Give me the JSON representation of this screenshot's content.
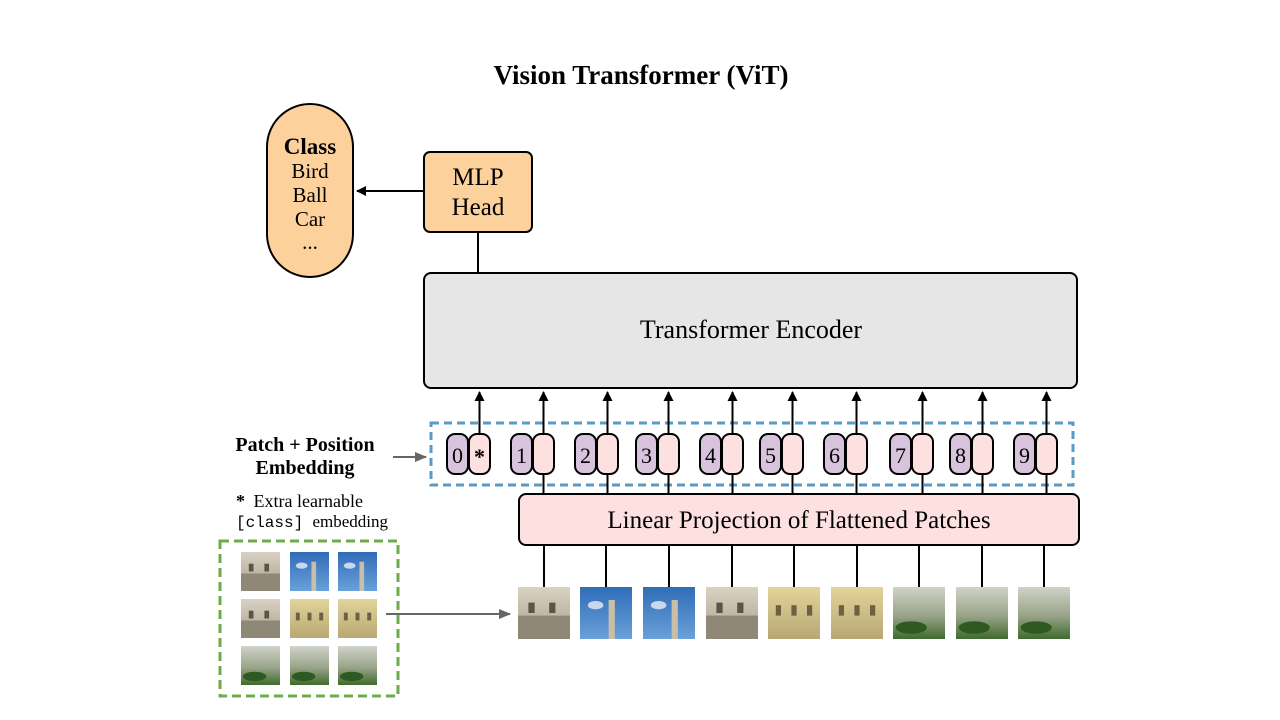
{
  "title": "Vision Transformer (ViT)",
  "class_box": {
    "heading": "Class",
    "items": [
      "Bird",
      "Ball",
      "Car",
      "..."
    ]
  },
  "mlp_head": {
    "line1": "MLP",
    "line2": "Head"
  },
  "encoder": {
    "label": "Transformer Encoder"
  },
  "projection": {
    "label": "Linear Projection of Flattened Patches"
  },
  "embedding": {
    "label_line1": "Patch + Position",
    "label_line2": "Embedding",
    "tokens": [
      {
        "position": "0",
        "patch": "*"
      },
      {
        "position": "1",
        "patch": ""
      },
      {
        "position": "2",
        "patch": ""
      },
      {
        "position": "3",
        "patch": ""
      },
      {
        "position": "4",
        "patch": ""
      },
      {
        "position": "5",
        "patch": ""
      },
      {
        "position": "6",
        "patch": ""
      },
      {
        "position": "7",
        "patch": ""
      },
      {
        "position": "8",
        "patch": ""
      },
      {
        "position": "9",
        "patch": ""
      }
    ]
  },
  "note": {
    "star": "*",
    "line1": "Extra learnable",
    "code": "[class]",
    "line2_rest": "embedding"
  },
  "colors": {
    "orange_fill": "#fcd19c",
    "encoder_fill": "#e6e6e6",
    "projection_fill": "#fde0e0",
    "position_fill": "#d7c4dc",
    "patch_fill": "#fde0e0",
    "dashed_blue": "#5a9ac8",
    "dashed_green": "#6cac4a",
    "arrow_gray": "#666666"
  }
}
